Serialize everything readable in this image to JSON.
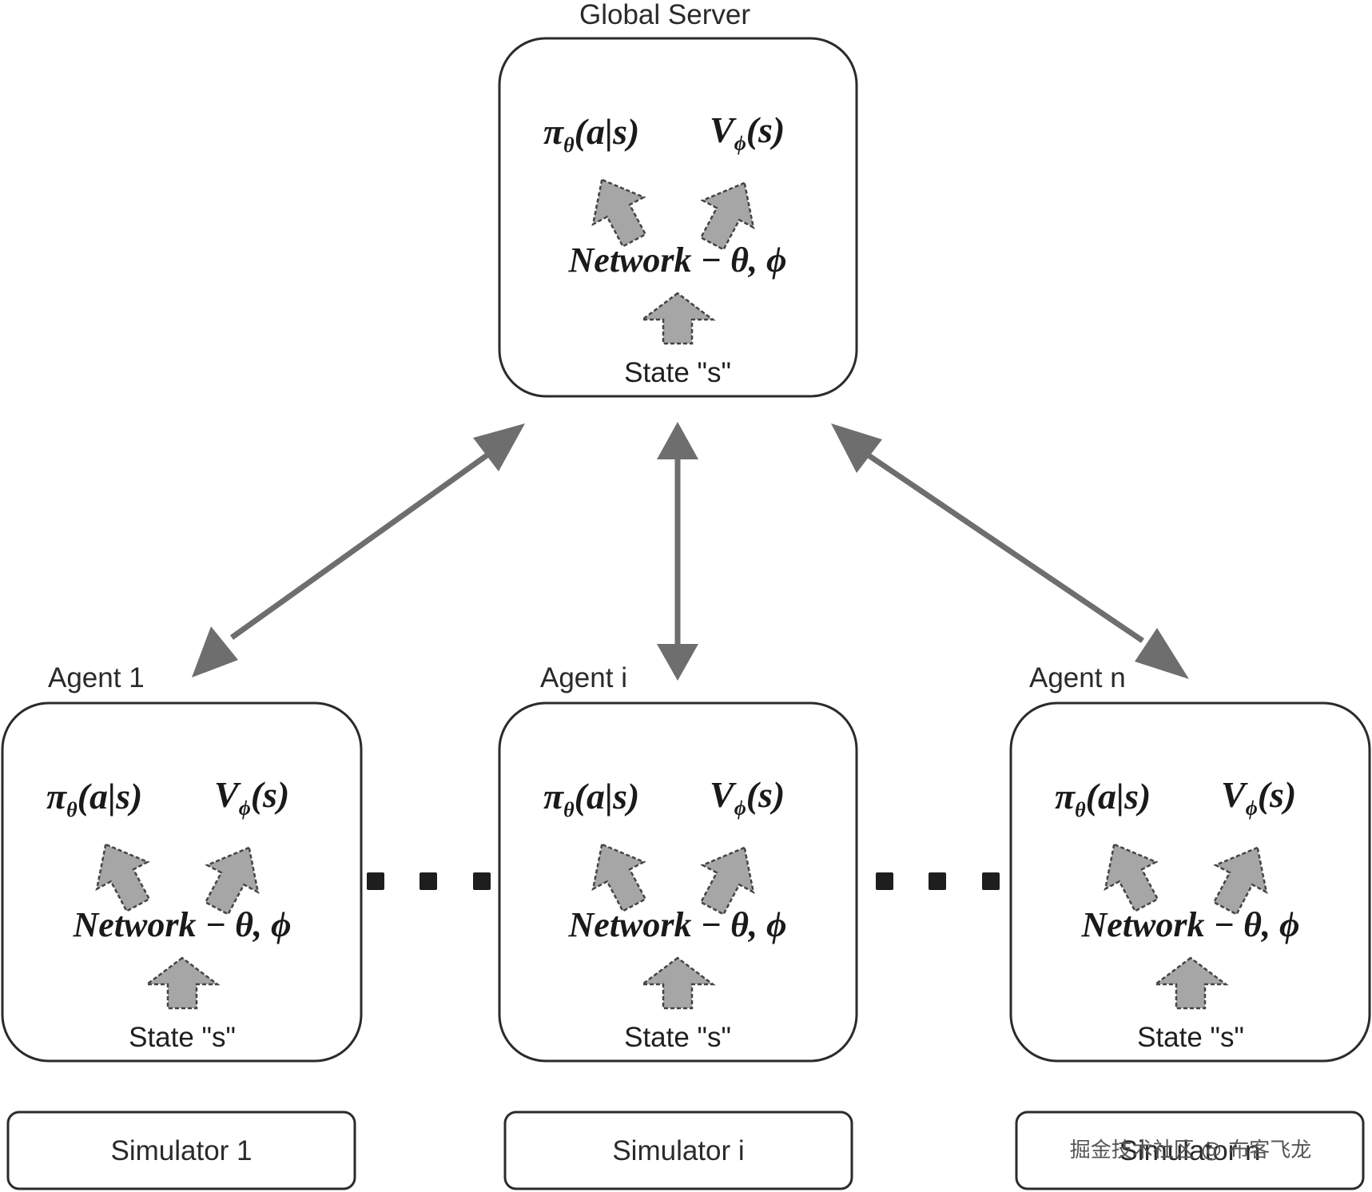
{
  "server": {
    "title": "Global Server",
    "policy": {
      "pi": "π",
      "sub": "θ",
      "arg": "(a|s)"
    },
    "value": {
      "v": "V",
      "sub": "ϕ",
      "arg": "(s)"
    },
    "network": "Network − θ, ϕ",
    "state": "State \"s\""
  },
  "agents": [
    {
      "title": "Agent 1",
      "policy": {
        "pi": "π",
        "sub": "θ",
        "arg": "(a|s)"
      },
      "value": {
        "v": "V",
        "sub": "ϕ",
        "arg": "(s)"
      },
      "network": "Network − θ, ϕ",
      "state": "State \"s\"",
      "simulator": "Simulator 1"
    },
    {
      "title": "Agent i",
      "policy": {
        "pi": "π",
        "sub": "θ",
        "arg": "(a|s)"
      },
      "value": {
        "v": "V",
        "sub": "ϕ",
        "arg": "(s)"
      },
      "network": "Network − θ, ϕ",
      "state": "State \"s\"",
      "simulator": "Simulator i"
    },
    {
      "title": "Agent n",
      "policy": {
        "pi": "π",
        "sub": "θ",
        "arg": "(a|s)"
      },
      "value": {
        "v": "V",
        "sub": "ϕ",
        "arg": "(s)"
      },
      "network": "Network − θ, ϕ",
      "state": "State \"s\"",
      "simulator": "Simulator n"
    }
  ],
  "watermark": "掘金技术社区 @ 布客飞龙",
  "colors": {
    "connector": "#6e6e6e",
    "box_stroke": "#2b2b2b",
    "fat_arrow_fill": "#a6a6a6"
  }
}
